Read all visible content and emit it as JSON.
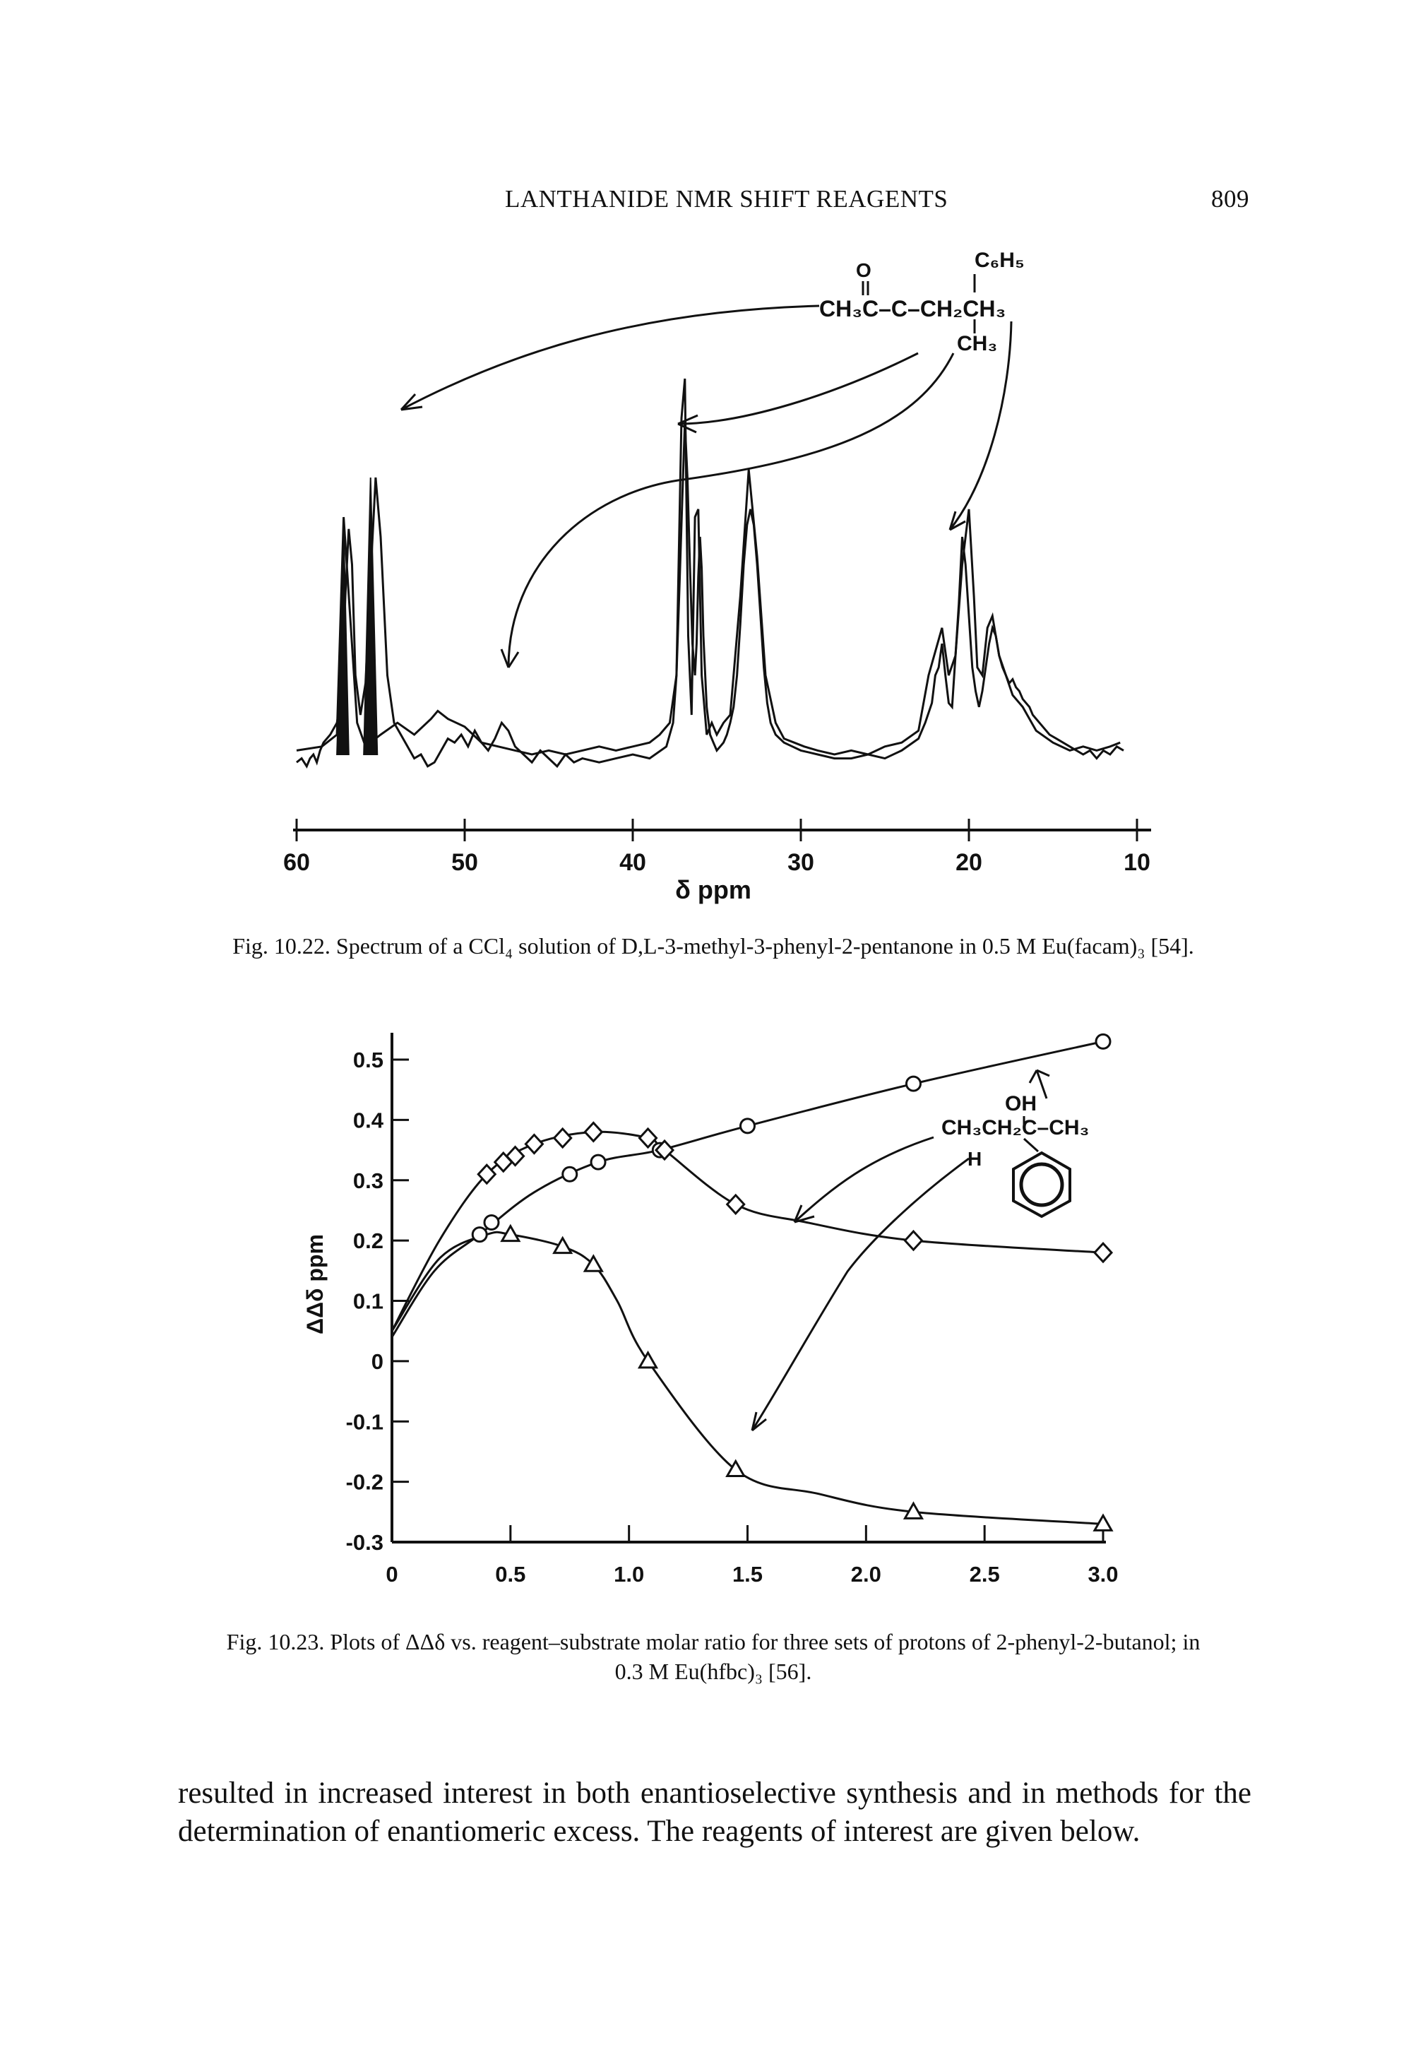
{
  "header": {
    "title": "LANTHANIDE NMR SHIFT REAGENTS",
    "page_number": "809"
  },
  "figure1": {
    "caption": "Fig. 10.22. Spectrum of a CCl₄ solution of D,L-3-methyl-3-phenyl-2-pentanone in 0.5 M Eu(facam)₃ [54].",
    "structure": {
      "top": "C₆H₅",
      "o_label": "O",
      "main": "CH₃C–C–CH₂CH₃",
      "bottom": "CH₃"
    }
  },
  "figure2": {
    "caption_line1": "Fig. 10.23. Plots of ΔΔδ vs. reagent–substrate molar ratio for three sets of protons of 2-phenyl-2-butanol; in",
    "caption_line2": "0.3 M Eu(hfbc)₃ [56].",
    "structure": {
      "oh": "OH",
      "main": "CH₃CH₂C–CH₃",
      "h": "H"
    }
  },
  "body": {
    "paragraph": "resulted in increased interest in both enantioselective synthesis and in methods for the determination of enantiomeric excess. The reagents of interest are given below."
  },
  "chart_data": [
    {
      "type": "line",
      "title": "",
      "xlabel": "δ ppm",
      "ylabel": "",
      "xlim": [
        60,
        10
      ],
      "x_ticks": [
        "60",
        "50",
        "40",
        "30",
        "20",
        "10"
      ],
      "y_ticks": [],
      "series": [
        {
          "x": [
            60,
            58.5,
            57.6,
            57.2,
            56.4,
            55.9,
            55,
            54,
            53,
            52,
            51.6,
            51,
            50,
            49,
            48,
            47,
            46,
            45,
            44,
            43,
            42,
            41,
            40,
            39,
            38.4,
            37.8,
            37.4,
            37.1,
            36.9,
            36.7,
            36.5,
            36.3,
            36.1,
            35.9,
            35.6,
            35.3,
            35,
            34.6,
            34.2,
            33.6,
            33.1,
            32.6,
            32.1,
            31.5,
            31,
            30.4,
            29.8,
            29,
            28,
            27,
            26,
            25,
            24,
            23,
            22.4,
            21.6,
            21.2,
            20.8,
            20.4,
            20,
            19.7,
            19.5,
            19.2,
            18.9,
            18.6,
            18.2,
            17.8,
            17.4,
            16.8,
            16,
            15,
            14,
            13.2,
            12.4,
            11.6,
            11
          ],
          "y": [
            0.01,
            0.02,
            0.05,
            0.6,
            0.08,
            0.02,
            0.05,
            0.08,
            0.05,
            0.09,
            0.11,
            0.09,
            0.07,
            0.03,
            0.02,
            0.01,
            0,
            0.01,
            0,
            0.01,
            0.02,
            0.01,
            0.02,
            0.03,
            0.05,
            0.08,
            0.2,
            0.85,
            0.95,
            0.3,
            0.1,
            0.6,
            0.62,
            0.2,
            0.05,
            0.08,
            0.05,
            0.08,
            0.1,
            0.4,
            0.72,
            0.5,
            0.2,
            0.08,
            0.04,
            0.03,
            0.02,
            0.01,
            0,
            0.01,
            0,
            0.02,
            0.03,
            0.06,
            0.2,
            0.32,
            0.2,
            0.25,
            0.48,
            0.62,
            0.4,
            0.22,
            0.2,
            0.32,
            0.35,
            0.25,
            0.2,
            0.15,
            0.12,
            0.06,
            0.03,
            0.01,
            0.02,
            0.01,
            0.02,
            0.03
          ]
        },
        {
          "x": [
            60,
            59.7,
            59.4,
            59.2,
            59.0,
            58.8,
            58.6,
            58.4,
            58.0,
            57.6,
            57.3,
            57.1,
            56.9,
            56.7,
            56.5,
            56.2,
            55.9,
            55.6,
            55.3,
            55.0,
            54.6,
            54.2,
            53.8,
            53.4,
            53.0,
            52.6,
            52.2,
            51.8,
            51.4,
            51.0,
            50.6,
            50.2,
            49.8,
            49.4,
            49.0,
            48.6,
            48.2,
            47.8,
            47.4,
            47.0,
            46.5,
            46.0,
            45.5,
            45.0,
            44.5,
            44.0,
            43.5,
            43.0,
            42.0,
            41.0,
            40.0,
            39.0,
            38.0,
            37.6,
            37.4,
            37.2,
            37.05,
            36.9,
            36.75,
            36.6,
            36.45,
            36.3,
            36.2,
            36.1,
            36.0,
            35.9,
            35.8,
            35.6,
            35.4,
            35.2,
            35.0,
            34.8,
            34.6,
            34.4,
            34.2,
            34.0,
            33.8,
            33.6,
            33.4,
            33.2,
            33.0,
            32.8,
            32.6,
            32.4,
            32.2,
            32.0,
            31.8,
            31.5,
            31.0,
            30.5,
            30.0,
            29.0,
            28.0,
            27.0,
            26.0,
            25.0,
            24.0,
            23.0,
            22.6,
            22.2,
            22.0,
            21.8,
            21.6,
            21.4,
            21.2,
            21.0,
            20.8,
            20.6,
            20.4,
            20.2,
            20.0,
            19.8,
            19.6,
            19.4,
            19.2,
            19.0,
            18.8,
            18.6,
            18.4,
            18.2,
            18.0,
            17.8,
            17.6,
            17.4,
            17.2,
            17.0,
            16.8,
            16.6,
            16.4,
            16.2,
            16.0,
            15.6,
            15.2,
            14.8,
            14.4,
            14.0,
            13.6,
            13.2,
            12.8,
            12.4,
            12.0,
            11.6,
            11.2,
            10.8
          ],
          "y": [
            -0.02,
            -0.01,
            -0.03,
            -0.01,
            0,
            -0.02,
            0.01,
            0.03,
            0.05,
            0.08,
            0.16,
            0.4,
            0.57,
            0.48,
            0.2,
            0.1,
            0.18,
            0.45,
            0.7,
            0.55,
            0.2,
            0.08,
            0.05,
            0.02,
            -0.01,
            0,
            -0.03,
            -0.02,
            0.01,
            0.04,
            0.03,
            0.05,
            0.02,
            0.06,
            0.03,
            0.01,
            0.04,
            0.08,
            0.06,
            0.02,
            0,
            -0.02,
            0.01,
            -0.01,
            -0.03,
            0,
            -0.02,
            -0.01,
            -0.02,
            -0.01,
            0,
            -0.01,
            0.02,
            0.08,
            0.2,
            0.45,
            0.65,
            0.84,
            0.7,
            0.48,
            0.28,
            0.2,
            0.28,
            0.45,
            0.55,
            0.47,
            0.3,
            0.12,
            0.05,
            0.03,
            0.01,
            0.02,
            0.03,
            0.05,
            0.08,
            0.12,
            0.2,
            0.33,
            0.48,
            0.58,
            0.62,
            0.58,
            0.48,
            0.35,
            0.22,
            0.13,
            0.08,
            0.05,
            0.03,
            0.02,
            0.01,
            0,
            -0.01,
            -0.01,
            0,
            -0.01,
            0.01,
            0.04,
            0.08,
            0.13,
            0.2,
            0.22,
            0.28,
            0.2,
            0.13,
            0.12,
            0.25,
            0.38,
            0.55,
            0.48,
            0.35,
            0.22,
            0.16,
            0.12,
            0.16,
            0.22,
            0.28,
            0.32,
            0.3,
            0.25,
            0.22,
            0.2,
            0.18,
            0.19,
            0.17,
            0.16,
            0.14,
            0.13,
            0.12,
            0.1,
            0.09,
            0.07,
            0.05,
            0.04,
            0.03,
            0.02,
            0.01,
            0,
            0.01,
            -0.01,
            0.01,
            0,
            0.02,
            0.01
          ]
        }
      ]
    },
    {
      "type": "scatter",
      "title": "",
      "xlabel": "",
      "ylabel": "ΔΔδ ppm",
      "xlim": [
        0,
        3.0
      ],
      "ylim": [
        -0.3,
        0.5
      ],
      "x_ticks": [
        "0",
        "0.5",
        "1.0",
        "1.5",
        "2.0",
        "2.5",
        "3.0"
      ],
      "y_ticks": [
        "0.5",
        "0.4",
        "0.3",
        "0.2",
        "0.1",
        "0",
        "-0.1",
        "-0.2",
        "-0.3"
      ],
      "series": [
        {
          "marker": "circle",
          "points": [
            [
              0.37,
              0.21
            ],
            [
              0.42,
              0.23
            ],
            [
              0.75,
              0.31
            ],
            [
              0.87,
              0.33
            ],
            [
              1.13,
              0.35
            ],
            [
              1.5,
              0.39
            ],
            [
              2.2,
              0.46
            ],
            [
              3.0,
              0.53
            ]
          ],
          "curve": [
            [
              0,
              0.04
            ],
            [
              0.18,
              0.15
            ],
            [
              0.37,
              0.21
            ],
            [
              0.6,
              0.28
            ],
            [
              0.87,
              0.33
            ],
            [
              1.13,
              0.35
            ],
            [
              1.5,
              0.39
            ],
            [
              2.2,
              0.46
            ],
            [
              3.0,
              0.53
            ]
          ]
        },
        {
          "marker": "diamond",
          "points": [
            [
              0.4,
              0.31
            ],
            [
              0.47,
              0.33
            ],
            [
              0.52,
              0.34
            ],
            [
              0.6,
              0.36
            ],
            [
              0.72,
              0.37
            ],
            [
              0.85,
              0.38
            ],
            [
              1.08,
              0.37
            ],
            [
              1.15,
              0.35
            ],
            [
              1.45,
              0.26
            ],
            [
              2.2,
              0.2
            ],
            [
              3.0,
              0.18
            ]
          ],
          "curve": [
            [
              0,
              0.05
            ],
            [
              0.2,
              0.2
            ],
            [
              0.4,
              0.31
            ],
            [
              0.6,
              0.36
            ],
            [
              0.85,
              0.38
            ],
            [
              1.08,
              0.37
            ],
            [
              1.15,
              0.35
            ],
            [
              1.45,
              0.26
            ],
            [
              1.75,
              0.23
            ],
            [
              2.2,
              0.2
            ],
            [
              3.0,
              0.18
            ]
          ]
        },
        {
          "marker": "triangle",
          "points": [
            [
              0.5,
              0.21
            ],
            [
              0.72,
              0.19
            ],
            [
              0.85,
              0.16
            ],
            [
              1.08,
              0.0
            ],
            [
              1.45,
              -0.18
            ],
            [
              2.2,
              -0.25
            ],
            [
              3.0,
              -0.27
            ]
          ],
          "curve": [
            [
              0,
              0.05
            ],
            [
              0.2,
              0.17
            ],
            [
              0.4,
              0.21
            ],
            [
              0.5,
              0.21
            ],
            [
              0.72,
              0.19
            ],
            [
              0.85,
              0.16
            ],
            [
              0.95,
              0.1
            ],
            [
              1.08,
              0.0
            ],
            [
              1.45,
              -0.18
            ],
            [
              1.8,
              -0.22
            ],
            [
              2.2,
              -0.25
            ],
            [
              3.0,
              -0.27
            ]
          ]
        }
      ]
    }
  ]
}
